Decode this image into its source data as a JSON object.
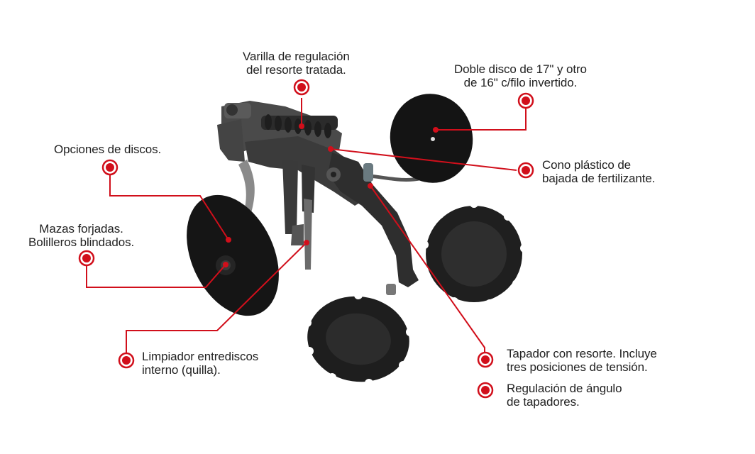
{
  "colors": {
    "callout": "#d10f1b",
    "machine": "#2a2a2a",
    "disc": "#1a1a1a",
    "text": "#222222"
  },
  "callouts": {
    "varilla": {
      "lines": [
        "Varilla de regulación",
        "del resorte tratada."
      ]
    },
    "doble_disco": {
      "lines": [
        "Doble disco de 17\" y otro",
        "de 16\" c/filo invertido."
      ]
    },
    "opciones": {
      "lines": [
        "Opciones de discos."
      ]
    },
    "cono": {
      "lines": [
        "Cono plástico de",
        "bajada de fertilizante."
      ]
    },
    "mazas": {
      "lines": [
        "Mazas forjadas.",
        "Bolilleros blindados."
      ]
    },
    "limpiador": {
      "lines": [
        "Limpiador entrediscos",
        "interno (quilla)."
      ]
    },
    "tapador": {
      "lines": [
        "Tapador con resorte. Incluye",
        "tres posiciones de tensión."
      ]
    },
    "regulacion": {
      "lines": [
        "Regulación de ángulo",
        "de tapadores."
      ]
    }
  }
}
